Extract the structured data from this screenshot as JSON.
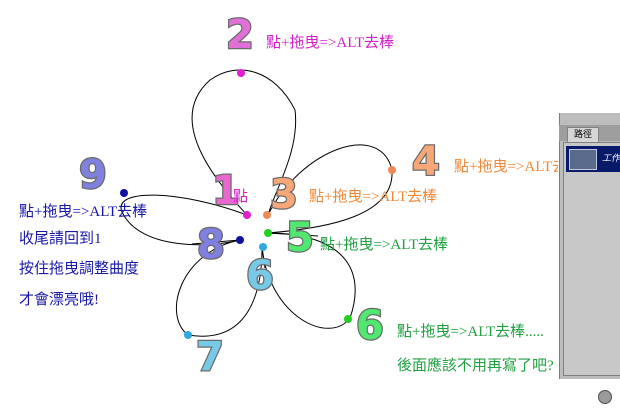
{
  "numbers": [
    {
      "id": "1",
      "text": "1",
      "color": "#e868d0"
    },
    {
      "id": "2",
      "text": "2",
      "color": "#e070d8"
    },
    {
      "id": "3",
      "text": "3",
      "color": "#f8a878"
    },
    {
      "id": "4",
      "text": "4",
      "color": "#f8a878"
    },
    {
      "id": "5",
      "text": "5",
      "color": "#50e870"
    },
    {
      "id": "6a",
      "text": "6",
      "color": "#78c8e8"
    },
    {
      "id": "6b",
      "text": "6",
      "color": "#50e870"
    },
    {
      "id": "7",
      "text": "7",
      "color": "#78c8e8"
    },
    {
      "id": "8",
      "text": "8",
      "color": "#8080e0"
    },
    {
      "id": "9",
      "text": "9",
      "color": "#8080e0"
    }
  ],
  "labels": {
    "l1": {
      "text": "點",
      "color": "#d020c8"
    },
    "l2": {
      "text": "點+拖曳=>ALT去棒",
      "color": "#d020c8"
    },
    "l3": {
      "text": "點+拖曳=>ALT去棒",
      "color": "#f08838"
    },
    "l4": {
      "text": "點+拖曳=>ALT去棒",
      "color": "#f08838"
    },
    "l5": {
      "text": "點+拖曳=>ALT去棒",
      "color": "#20a040"
    },
    "l6": {
      "text": "點+拖曳=>ALT去棒.....",
      "color": "#20a040"
    },
    "l6b": {
      "text": "後面應該不用再寫了吧?",
      "color": "#20a040"
    },
    "l9a": {
      "text": "點+拖曳=>ALT去棒",
      "color": "#1818a8"
    },
    "l9b": {
      "text": "收尾請回到1",
      "color": "#1818a8"
    },
    "l9c": {
      "text": "按住拖曳調整曲度",
      "color": "#1818a8"
    },
    "l9d": {
      "text": "才會漂亮哦!",
      "color": "#1818a8"
    }
  },
  "anchor_colors": {
    "p1": "#e020d0",
    "p2": "#e020d0",
    "p3": "#f08858",
    "p4": "#f08858",
    "p5": "#20d020",
    "p6": "#20d020",
    "p6b": "#30a8e0",
    "p7": "#30a8e0",
    "p8": "#1010a0",
    "p9": "#1010a0"
  },
  "panel": {
    "tab_label": "路徑",
    "path_name": "工作",
    "thumb_icon": "path-thumbnail-icon"
  }
}
